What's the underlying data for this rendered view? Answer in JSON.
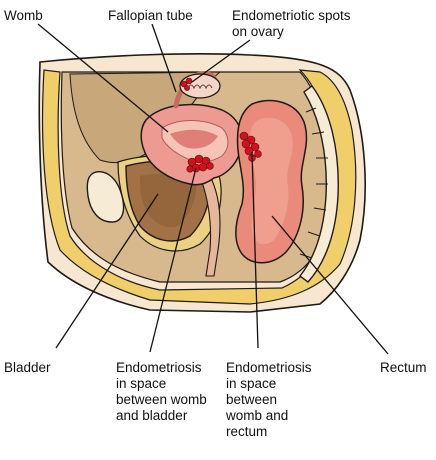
{
  "labels": {
    "womb": "Womb",
    "fallopian_tube": "Fallopian tube",
    "endo_spots_ovary": [
      "Endometriotic spots",
      "on ovary"
    ],
    "bladder": "Bladder",
    "endo_womb_bladder": [
      "Endometriosis",
      "in space",
      "between womb",
      "and bladder"
    ],
    "endo_womb_rectum": [
      "Endometriosis",
      "in space",
      "between",
      "womb and",
      "rectum"
    ],
    "rectum": "Rectum"
  },
  "colors": {
    "skin": "#f7e7d0",
    "fat": "#f0cf6a",
    "pelvic_cavity": "#d8b98e",
    "bladder": "#a27246",
    "womb": "#ec9a92",
    "womb_lining": "#f6c4b6",
    "rectum": "#e98a7b",
    "bone": "#f6ecd6",
    "lesion": "#d0121e",
    "outline": "#1e1a16"
  }
}
